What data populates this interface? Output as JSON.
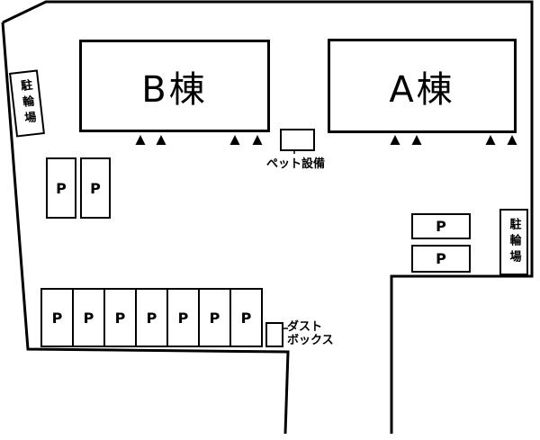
{
  "site_plan": {
    "buildings": {
      "a": "A棟",
      "b": "B棟"
    },
    "labels": {
      "bicycle_parking_left": "駐輪場",
      "bicycle_parking_right": "駐輪場",
      "pet_facility": "ペット設備",
      "dust_box_line1": "ダスト",
      "dust_box_line2": "ボックス",
      "parking_stall": "P"
    },
    "colors": {
      "line": "#000000",
      "background": "#ffffff"
    }
  }
}
